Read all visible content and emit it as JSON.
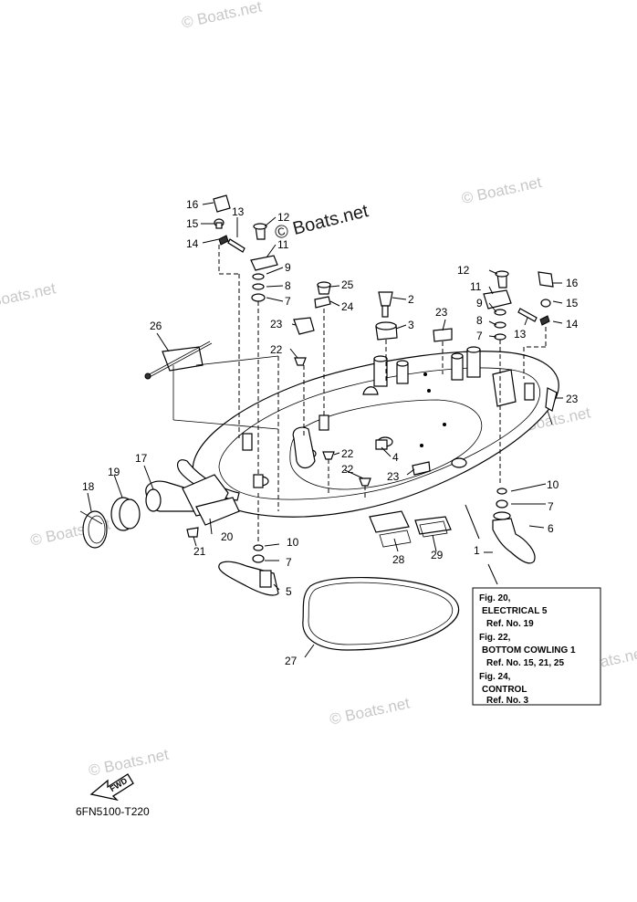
{
  "diagram_code": "6FN5100-T220",
  "fwd_label": "FWD",
  "watermark": {
    "text": "© Boats.net"
  },
  "callouts": [
    "1",
    "2",
    "3",
    "4",
    "5",
    "6",
    "7",
    "8",
    "9",
    "10",
    "11",
    "12",
    "13",
    "14",
    "15",
    "16",
    "17",
    "18",
    "19",
    "20",
    "21",
    "22",
    "23",
    "24",
    "25",
    "26",
    "27",
    "28",
    "29"
  ],
  "reference_box": {
    "lines": [
      "Fig. 20,",
      "ELECTRICAL 5",
      "Ref. No. 19",
      "Fig. 22,",
      "BOTTOM COWLING 1",
      "Ref. No. 15, 21, 25",
      "Fig. 24,",
      "CONTROL",
      "Ref. No. 3"
    ]
  }
}
